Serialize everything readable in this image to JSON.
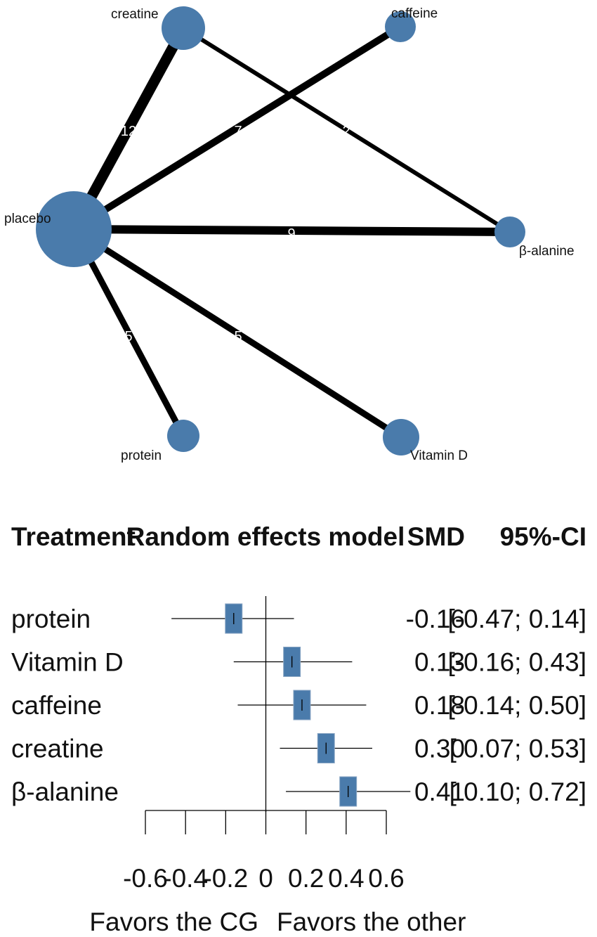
{
  "chart_data": [
    {
      "type": "network",
      "node_color": "#4a7bab",
      "edge_color": "#000000",
      "nodes": [
        {
          "id": "placebo",
          "label": "placebo"
        },
        {
          "id": "creatine",
          "label": "creatine"
        },
        {
          "id": "caffeine",
          "label": "caffeine"
        },
        {
          "id": "b-alanine",
          "label": "β-alanine"
        },
        {
          "id": "protein",
          "label": "protein"
        },
        {
          "id": "vitamin-d",
          "label": "Vitamin D"
        }
      ],
      "edges": [
        {
          "from": "placebo",
          "to": "creatine",
          "studies": 12,
          "label": "12"
        },
        {
          "from": "placebo",
          "to": "caffeine",
          "studies": 7,
          "label": "7"
        },
        {
          "from": "creatine",
          "to": "b-alanine",
          "studies": 2,
          "label": "2"
        },
        {
          "from": "placebo",
          "to": "b-alanine",
          "studies": 9,
          "label": "9"
        },
        {
          "from": "placebo",
          "to": "protein",
          "studies": 5,
          "label": "5"
        },
        {
          "from": "placebo",
          "to": "vitamin-d",
          "studies": 5,
          "label": "5"
        }
      ]
    },
    {
      "type": "forest",
      "headers": {
        "treatment": "Treatment",
        "model": "Random effects model",
        "smd": "SMD",
        "ci": "95%-CI"
      },
      "box_color": "#4a7bab",
      "rows": [
        {
          "name": "protein",
          "smd": -0.16,
          "lower": -0.47,
          "upper": 0.14,
          "smd_text": "-0.16",
          "ci_text": "[-0.47; 0.14]"
        },
        {
          "name": "Vitamin D",
          "smd": 0.13,
          "lower": -0.16,
          "upper": 0.43,
          "smd_text": "0.13",
          "ci_text": "[-0.16; 0.43]"
        },
        {
          "name": "caffeine",
          "smd": 0.18,
          "lower": -0.14,
          "upper": 0.5,
          "smd_text": "0.18",
          "ci_text": "[-0.14; 0.50]"
        },
        {
          "name": "creatine",
          "smd": 0.3,
          "lower": 0.07,
          "upper": 0.53,
          "smd_text": "0.30",
          "ci_text": "[ 0.07; 0.53]"
        },
        {
          "name": "β-alanine",
          "smd": 0.41,
          "lower": 0.1,
          "upper": 0.72,
          "smd_text": "0.41",
          "ci_text": "[ 0.10; 0.72]"
        }
      ],
      "xlim": [
        -0.6,
        0.6
      ],
      "ticks": [
        -0.6,
        -0.4,
        -0.2,
        0,
        0.2,
        0.4,
        0.6
      ],
      "tick_labels": [
        "-0.6",
        "-0.4",
        "-0.2",
        "0",
        "0.2",
        "0.4",
        "0.6"
      ],
      "favors_left": "Favors the CG",
      "favors_right": "Favors the other"
    }
  ]
}
